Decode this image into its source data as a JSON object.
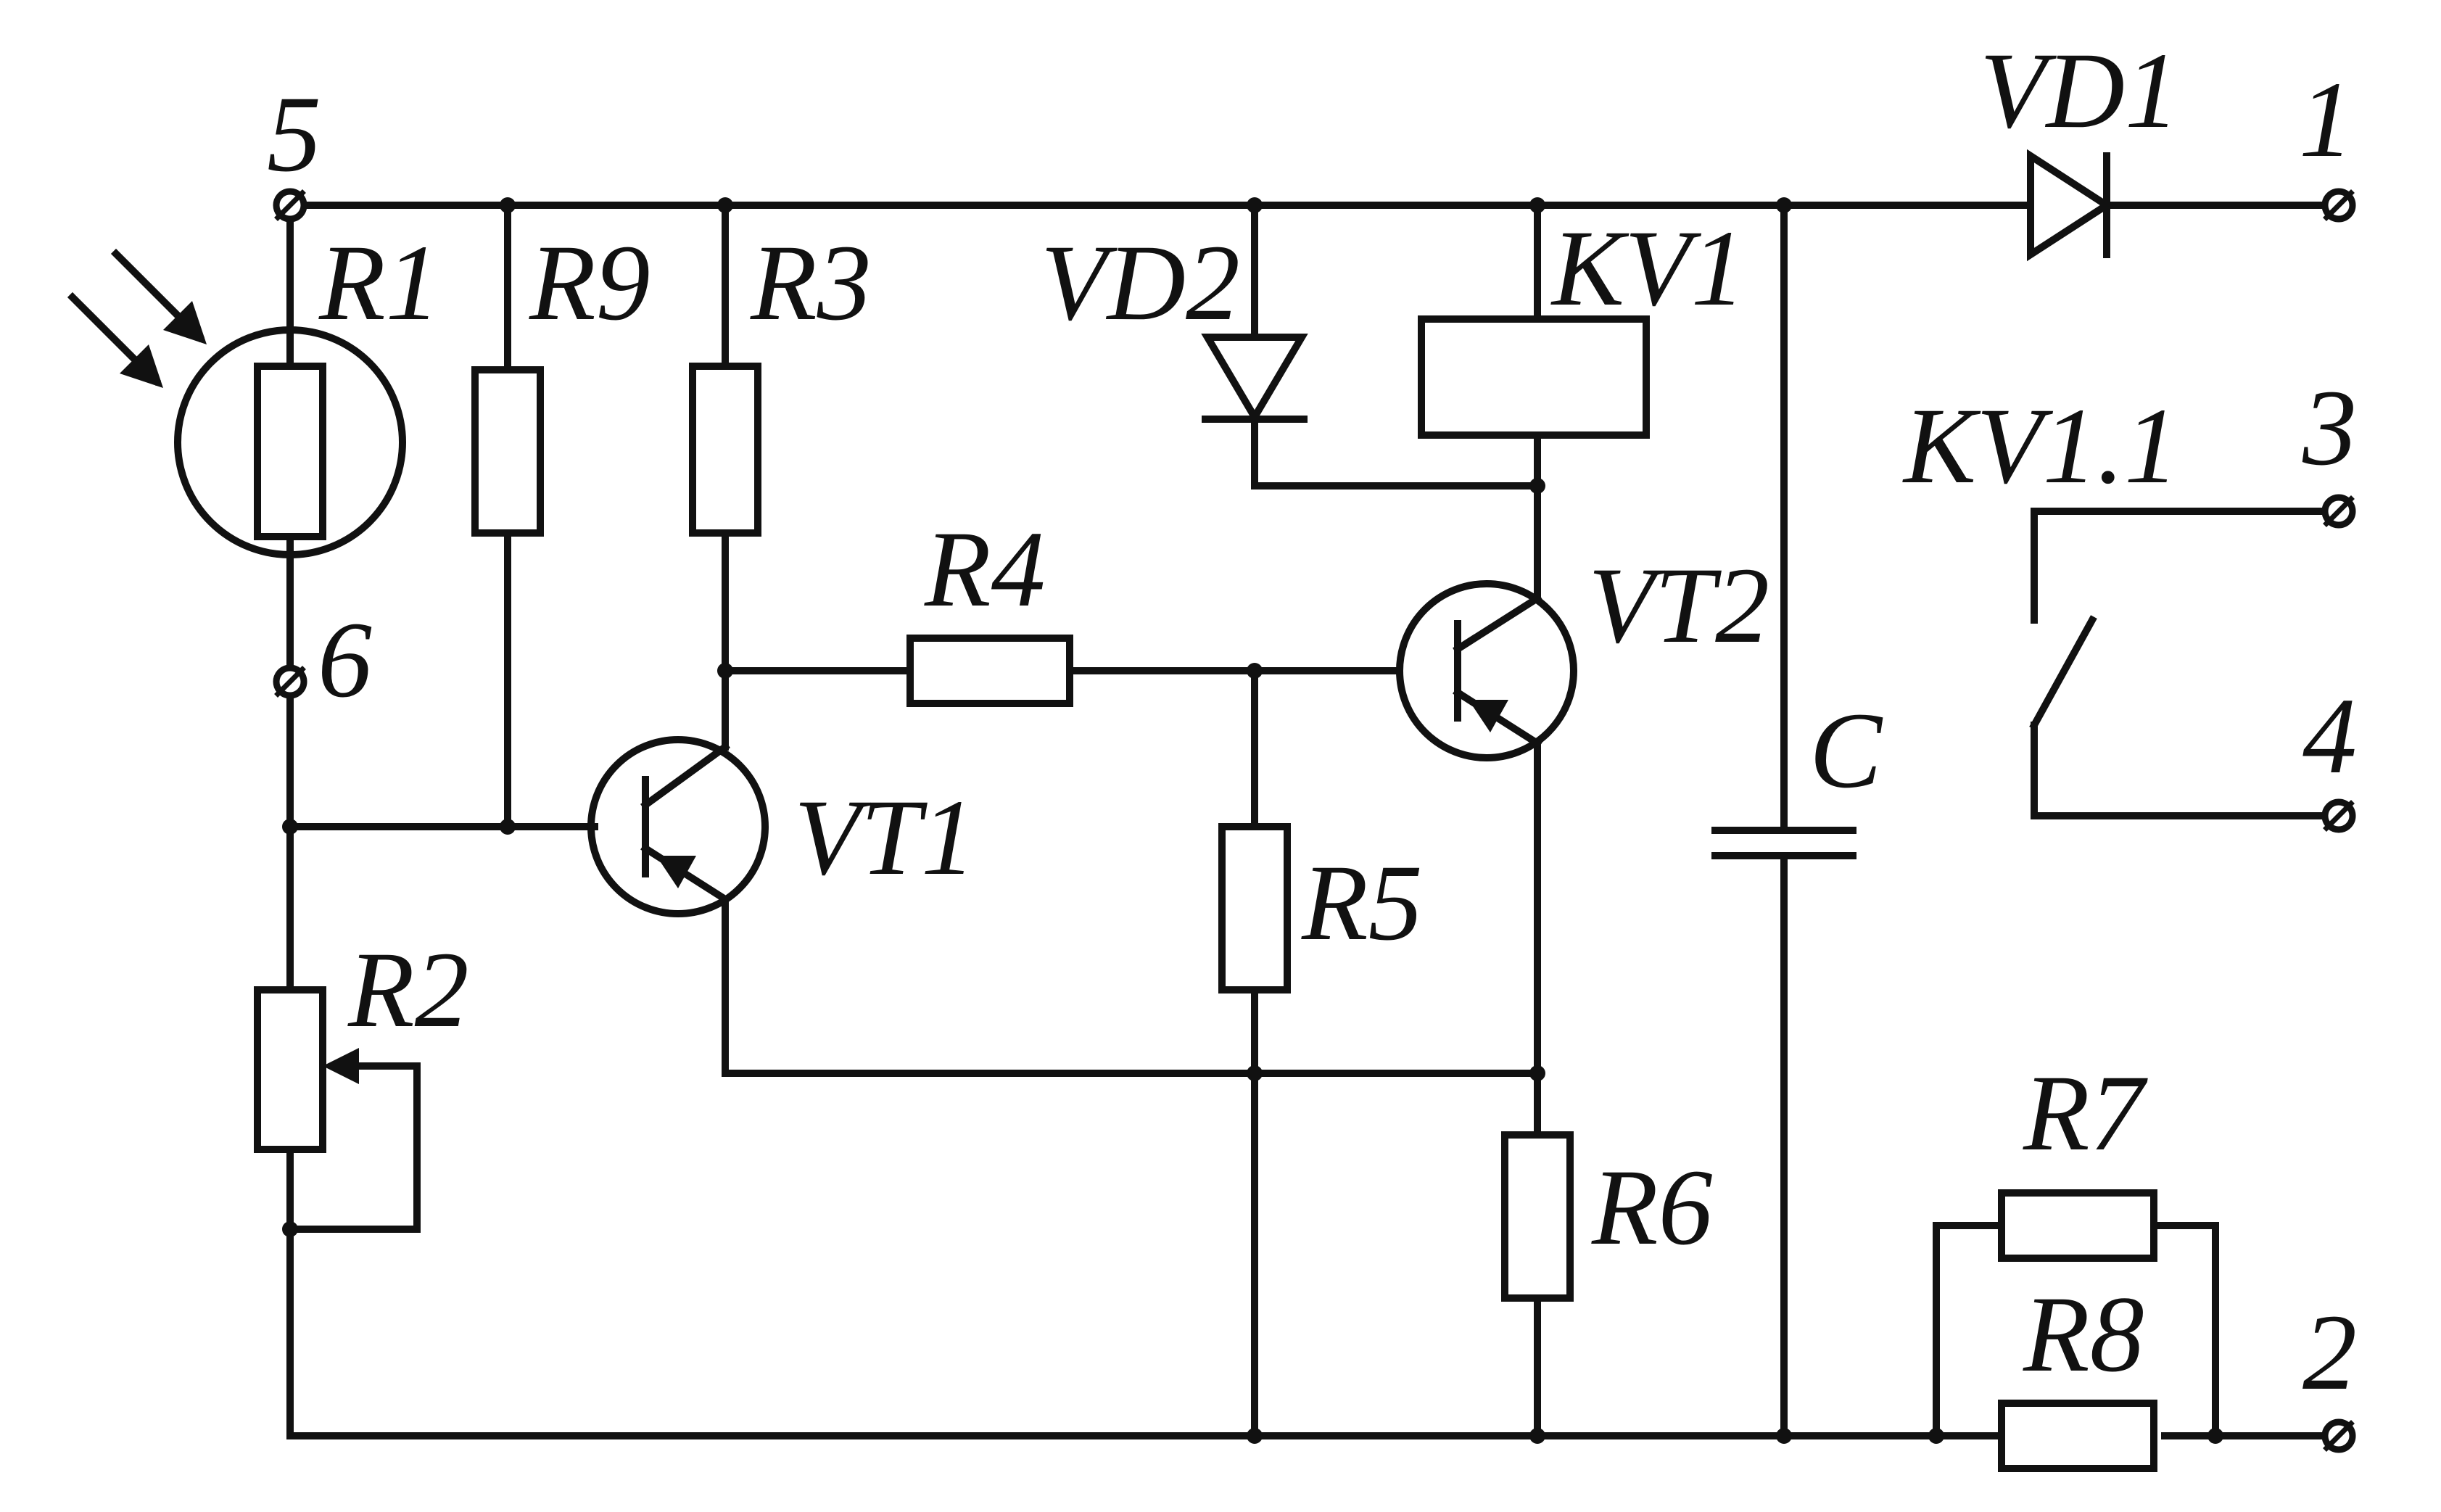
{
  "labels": {
    "terminal_5": "5",
    "terminal_6": "6",
    "terminal_1": "1",
    "terminal_2": "2",
    "terminal_3": "3",
    "terminal_4": "4",
    "R1": "R1",
    "R2": "R2",
    "R3": "R3",
    "R4": "R4",
    "R5": "R5",
    "R6": "R6",
    "R7": "R7",
    "R8": "R8",
    "R9": "R9",
    "VD1": "VD1",
    "VD2": "VD2",
    "KV1": "KV1",
    "KV1_1": "KV1.1",
    "VT1": "VT1",
    "VT2": "VT2",
    "C": "C"
  },
  "colors": {
    "ink": "#111111",
    "background": "#ffffff"
  }
}
